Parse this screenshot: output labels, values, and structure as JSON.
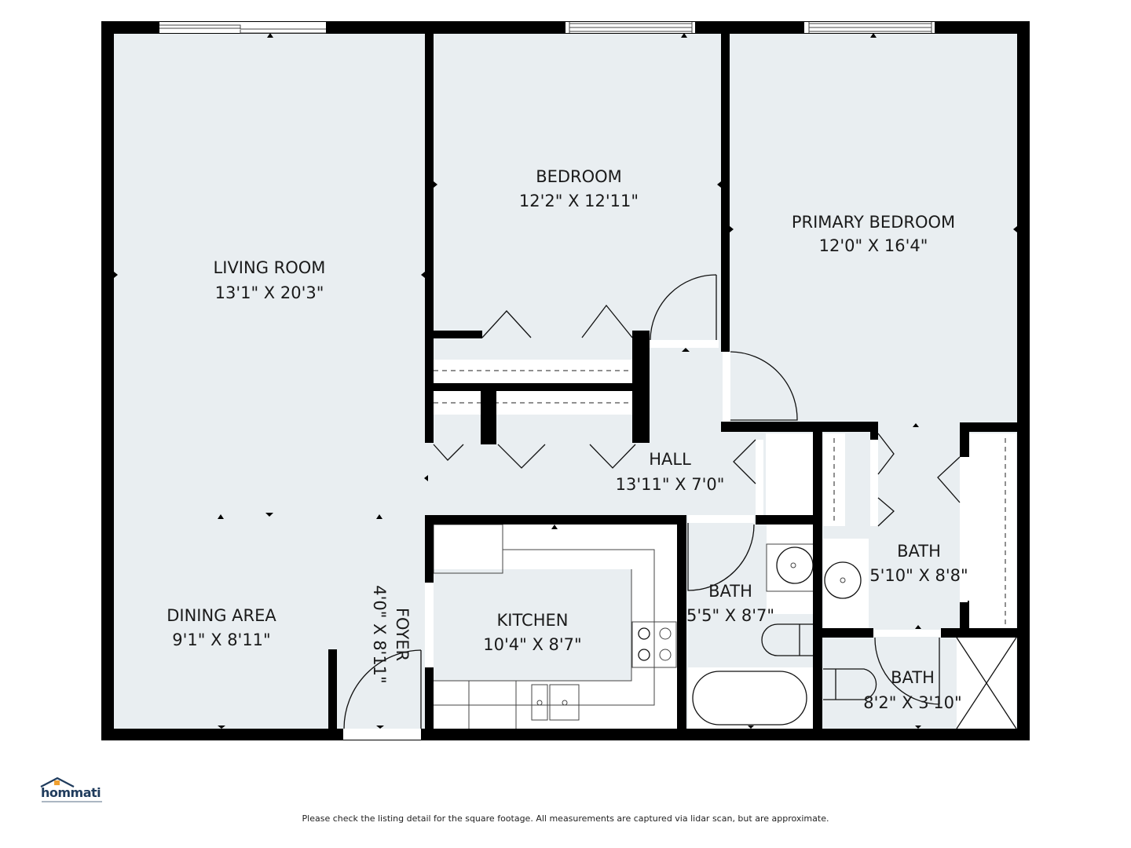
{
  "floorplan": {
    "rooms": [
      {
        "name": "LIVING ROOM",
        "dims": "13'1\" X 20'3\""
      },
      {
        "name": "BEDROOM",
        "dims": "12'2\" X 12'11\""
      },
      {
        "name": "PRIMARY BEDROOM",
        "dims": "12'0\" X 16'4\""
      },
      {
        "name": "HALL",
        "dims": "13'11\" X 7'0\""
      },
      {
        "name": "DINING AREA",
        "dims": "9'1\" X 8'11\""
      },
      {
        "name": "FOYER",
        "dims": "4'0\" X 8'11\""
      },
      {
        "name": "KITCHEN",
        "dims": "10'4\" X 8'7\""
      },
      {
        "name": "BATH",
        "dims": "5'5\" X 8'7\""
      },
      {
        "name": "BATH",
        "dims": "5'10\" X 8'8\""
      },
      {
        "name": "BATH",
        "dims": "8'2\" X 3'10\""
      }
    ],
    "colors": {
      "room_fill": "#e9eef1",
      "wall": "#000000",
      "logo_blue": "#1f3b5c",
      "logo_orange": "#f0a030"
    }
  },
  "branding": {
    "logo_text": "hommati"
  },
  "footer": {
    "disclaimer": "Please check the listing detail for the square footage. All measurements are captured via lidar scan, but are approximate."
  }
}
